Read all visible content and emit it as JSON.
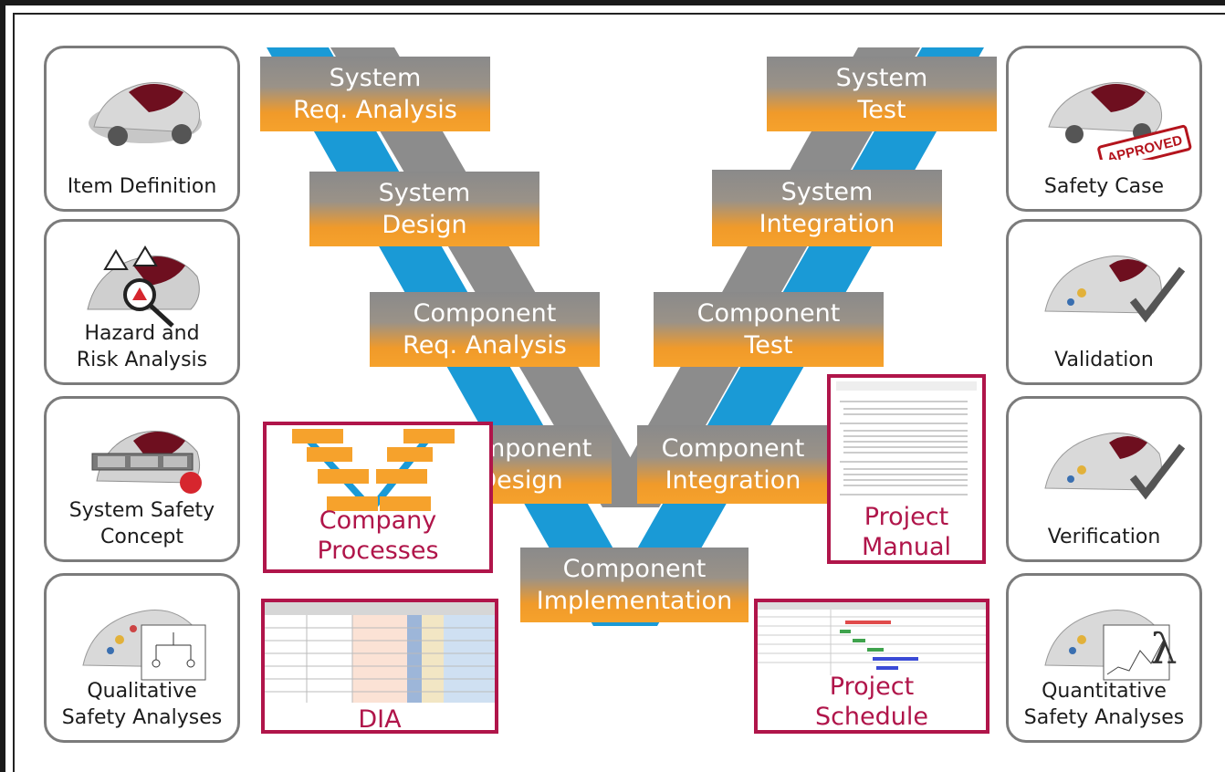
{
  "left_cards": [
    {
      "label": "Item Definition",
      "icon": "car-icon"
    },
    {
      "label": "Hazard and Risk Analysis",
      "icon": "hazard-car-icon"
    },
    {
      "label": "System Safety Concept",
      "icon": "safety-concept-car-icon"
    },
    {
      "label": "Qualitative Safety Analyses",
      "icon": "fault-tree-car-icon"
    }
  ],
  "right_cards": [
    {
      "label": "Safety Case",
      "icon": "approved-car-icon",
      "stamp": "APPROVED"
    },
    {
      "label": "Validation",
      "icon": "check-car-icon"
    },
    {
      "label": "Verification",
      "icon": "check-car-icon"
    },
    {
      "label": "Quantitative Safety Analyses",
      "icon": "lambda-car-icon",
      "symbol": "λ"
    }
  ],
  "v_model": {
    "left": [
      {
        "line1": "System",
        "line2": "Req. Analysis"
      },
      {
        "line1": "System",
        "line2": "Design"
      },
      {
        "line1": "Component",
        "line2": "Req. Analysis"
      },
      {
        "line1": "Component",
        "line2": "Design"
      }
    ],
    "right": [
      {
        "line1": "System",
        "line2": "Test"
      },
      {
        "line1": "System",
        "line2": "Integration"
      },
      {
        "line1": "Component",
        "line2": "Test"
      },
      {
        "line1": "Component",
        "line2": "Integration"
      }
    ],
    "bottom": {
      "line1": "Component",
      "line2": "Implementation"
    },
    "colors": {
      "blue": "#1a9ad6",
      "gray": "#8c8c8c",
      "orange": "#f6a22c",
      "doc_border": "#b0154a"
    }
  },
  "documents": [
    {
      "label_line1": "Company",
      "label_line2": "Processes"
    },
    {
      "label_line1": "Project",
      "label_line2": "Manual"
    },
    {
      "label_line1": "DIA",
      "label_line2": ""
    },
    {
      "label_line1": "Project",
      "label_line2": "Schedule"
    }
  ]
}
